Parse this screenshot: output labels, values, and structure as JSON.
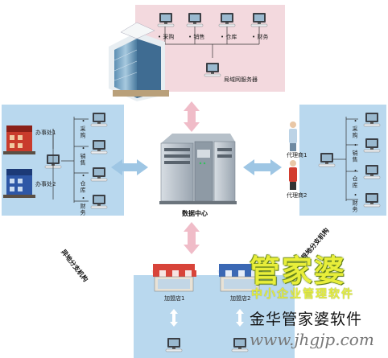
{
  "top_lan": {
    "departments": [
      "• 采购",
      "• 销售",
      "• 仓库",
      "• 财务"
    ],
    "server_label": "局域网服务器"
  },
  "left_branch": {
    "offices": [
      "办事处1",
      "办事处2"
    ],
    "departments": [
      "• 采购",
      "• 销售",
      "• 仓库",
      "• 财务"
    ],
    "caption": "异地分支机构"
  },
  "data_center": {
    "label": "数据中心"
  },
  "right_agents": {
    "agents": [
      "代理商1",
      "代理商2"
    ],
    "departments": [
      "• 采购",
      "• 销售",
      "• 仓库",
      "• 财务"
    ],
    "caption": "异地分支机构"
  },
  "bottom_stores": {
    "stores": [
      "加盟店1",
      "加盟店2"
    ]
  },
  "watermark": {
    "brand": "管家婆",
    "subtitle": "中小企业管理软件",
    "company": "金华管家婆软件",
    "url": "www.jhgjp.com"
  },
  "colors": {
    "panel_blue": "#b9d8ee",
    "panel_pink": "#f3d9de",
    "arrow_blue": "#9ec6e4",
    "arrow_pink": "#f0bcc8",
    "watermark_yellow": "#e8ee3a"
  },
  "icons": [
    "computer-icon",
    "office-building-icon",
    "server-rack-icon",
    "store-front-icon",
    "person-icon"
  ]
}
